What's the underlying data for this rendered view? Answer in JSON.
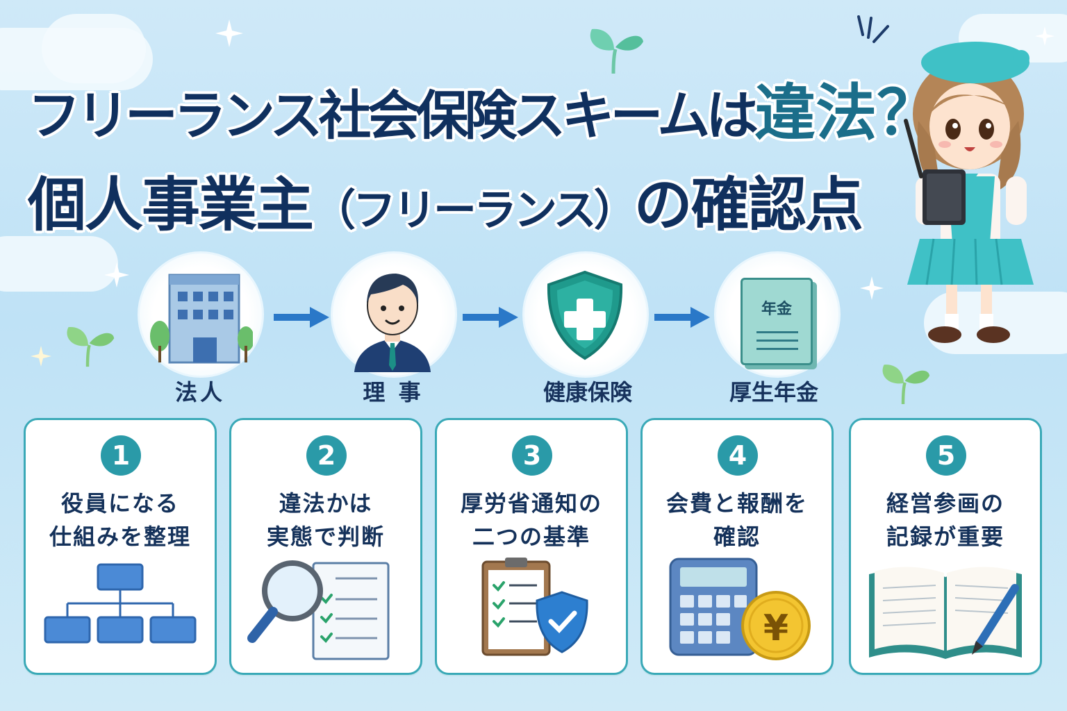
{
  "title": {
    "line1_main": "フリーランス社会保険スキームは",
    "line1_accent": "違法？",
    "line2_main": "個人事業主",
    "line2_paren": "（フリーランス）",
    "line2_tail": "の確認点"
  },
  "flow": [
    {
      "label": "法人",
      "icon": "building-icon"
    },
    {
      "label": "理 事",
      "icon": "businessman-icon"
    },
    {
      "label": "健康保険",
      "icon": "shield-cross-icon"
    },
    {
      "label": "厚生年金",
      "icon": "pension-book-icon",
      "book_text": "年金"
    }
  ],
  "cards": [
    {
      "number": "1",
      "line1": "役員になる",
      "line2": "仕組みを整理",
      "icon": "org-chart-icon"
    },
    {
      "number": "2",
      "line1": "違法かは",
      "line2": "実態で判断",
      "icon": "magnifier-checklist-icon"
    },
    {
      "number": "3",
      "line1": "厚労省通知の",
      "line2": "二つの基準",
      "icon": "clipboard-shield-icon"
    },
    {
      "number": "4",
      "line1": "会費と報酬を",
      "line2": "確認",
      "icon": "calculator-yen-icon",
      "coin_text": "¥"
    },
    {
      "number": "5",
      "line1": "経営参画の",
      "line2": "記録が重要",
      "icon": "notebook-pen-icon"
    }
  ],
  "colors": {
    "navy": "#10305e",
    "teal": "#2a9aa8",
    "accent_teal": "#1b6e8a",
    "arrow_blue": "#2a78c8",
    "card_border": "#3aa9b7"
  }
}
